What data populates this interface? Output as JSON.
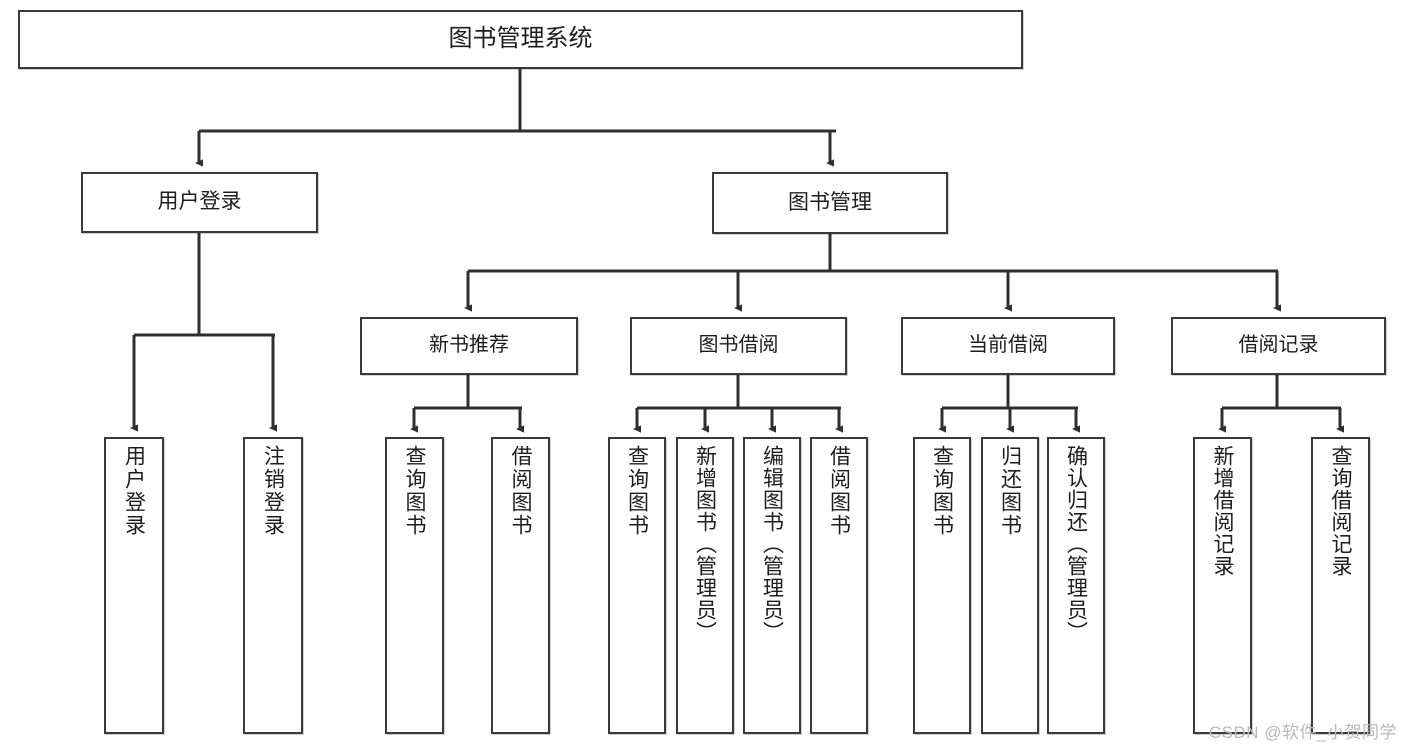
{
  "diagram": {
    "title": "图书管理系统",
    "type": "tree",
    "watermark": "CSDN @软件_小贺同学",
    "colors": {
      "box_border": "#3a3a3a",
      "box_fill": "#ffffff",
      "edge": "#2f2f2f",
      "text": "#1d1d1d",
      "watermark": "#b9b9b9",
      "background": "#ffffff"
    },
    "nodes": {
      "root": {
        "label": "图书管理系统",
        "level": 0,
        "orientation": "horizontal"
      },
      "user_login": {
        "label": "用户登录",
        "level": 1,
        "orientation": "horizontal"
      },
      "book_manage": {
        "label": "图书管理",
        "level": 1,
        "orientation": "horizontal"
      },
      "new_book_rec": {
        "label": "新书推荐",
        "level": 2,
        "orientation": "horizontal"
      },
      "book_borrow": {
        "label": "图书借阅",
        "level": 2,
        "orientation": "horizontal"
      },
      "current_borrow": {
        "label": "当前借阅",
        "level": 2,
        "orientation": "horizontal"
      },
      "borrow_record": {
        "label": "借阅记录",
        "level": 2,
        "orientation": "horizontal"
      },
      "leaf_user_login": {
        "label": "用户登录",
        "level": 3,
        "orientation": "vertical"
      },
      "leaf_logout": {
        "label": "注销登录",
        "level": 3,
        "orientation": "vertical"
      },
      "leaf_query_book_1": {
        "label": "查询图书",
        "level": 3,
        "orientation": "vertical"
      },
      "leaf_borrow_book_1": {
        "label": "借阅图书",
        "level": 3,
        "orientation": "vertical"
      },
      "leaf_query_book_2": {
        "label": "查询图书",
        "level": 3,
        "orientation": "vertical"
      },
      "leaf_add_book": {
        "label": "新增图书（管理员）",
        "level": 3,
        "orientation": "vertical"
      },
      "leaf_edit_book": {
        "label": "编辑图书（管理员）",
        "level": 3,
        "orientation": "vertical"
      },
      "leaf_borrow_book_2": {
        "label": "借阅图书",
        "level": 3,
        "orientation": "vertical"
      },
      "leaf_query_book_3": {
        "label": "查询图书",
        "level": 3,
        "orientation": "vertical"
      },
      "leaf_return_book": {
        "label": "归还图书",
        "level": 3,
        "orientation": "vertical"
      },
      "leaf_confirm_return": {
        "label": "确认归还（管理员）",
        "level": 3,
        "orientation": "vertical"
      },
      "leaf_add_record": {
        "label": "新增借阅记录",
        "level": 3,
        "orientation": "vertical"
      },
      "leaf_query_record": {
        "label": "查询借阅记录",
        "level": 3,
        "orientation": "vertical"
      }
    },
    "edges": [
      {
        "from": "root",
        "to": "user_login"
      },
      {
        "from": "root",
        "to": "book_manage"
      },
      {
        "from": "user_login",
        "to": "leaf_user_login"
      },
      {
        "from": "user_login",
        "to": "leaf_logout"
      },
      {
        "from": "book_manage",
        "to": "new_book_rec"
      },
      {
        "from": "book_manage",
        "to": "book_borrow"
      },
      {
        "from": "book_manage",
        "to": "current_borrow"
      },
      {
        "from": "book_manage",
        "to": "borrow_record"
      },
      {
        "from": "new_book_rec",
        "to": "leaf_query_book_1"
      },
      {
        "from": "new_book_rec",
        "to": "leaf_borrow_book_1"
      },
      {
        "from": "book_borrow",
        "to": "leaf_query_book_2"
      },
      {
        "from": "book_borrow",
        "to": "leaf_add_book"
      },
      {
        "from": "book_borrow",
        "to": "leaf_edit_book"
      },
      {
        "from": "book_borrow",
        "to": "leaf_borrow_book_2"
      },
      {
        "from": "current_borrow",
        "to": "leaf_query_book_3"
      },
      {
        "from": "current_borrow",
        "to": "leaf_return_book"
      },
      {
        "from": "current_borrow",
        "to": "leaf_confirm_return"
      },
      {
        "from": "borrow_record",
        "to": "leaf_add_record"
      },
      {
        "from": "borrow_record",
        "to": "leaf_query_record"
      }
    ]
  }
}
